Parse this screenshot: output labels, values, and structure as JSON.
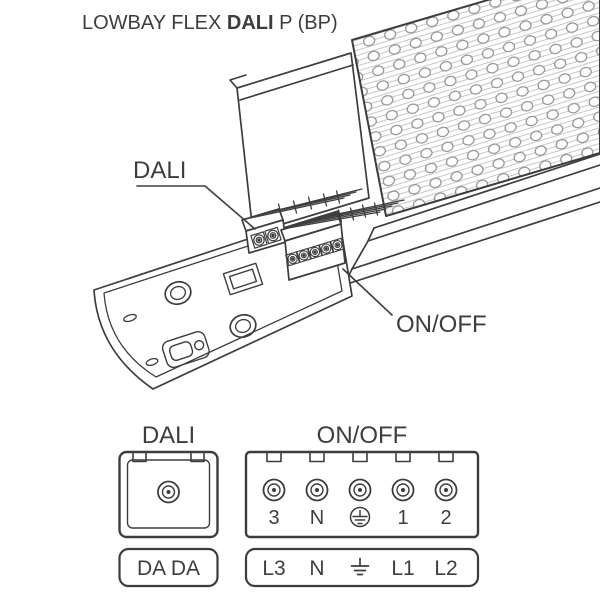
{
  "theme": {
    "background": "#ffffff",
    "line_color": "#3d3d3d"
  },
  "title": {
    "part1": "LOWBAY FLEX ",
    "part2_bold": "DALI",
    "part3": " P (BP)"
  },
  "callouts": {
    "dali": "DALI",
    "onoff": "ON/OFF"
  },
  "dali_detail": {
    "heading": "DALI",
    "wire_label": "DA DA"
  },
  "onoff_detail": {
    "heading": "ON/OFF",
    "pole_labels": [
      "3",
      "N",
      "⏚",
      "1",
      "2"
    ],
    "wire_labels": [
      "L3",
      "N",
      "⏚",
      "L1",
      "L2"
    ]
  }
}
